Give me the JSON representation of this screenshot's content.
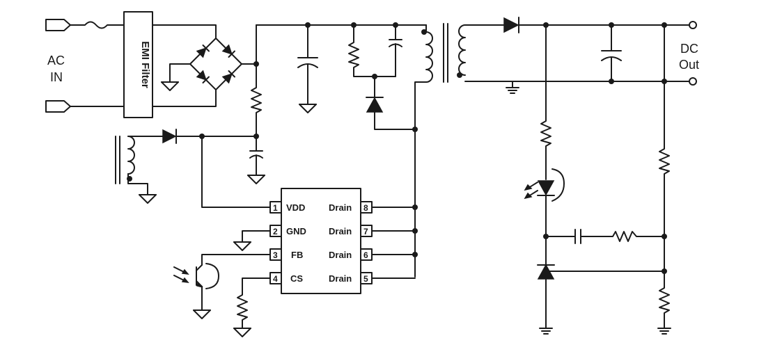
{
  "labels": {
    "ac_in_line1": "AC",
    "ac_in_line2": "IN",
    "dc_out_line1": "DC",
    "dc_out_line2": "Out",
    "emi_filter": "EMI Filter"
  },
  "ic": {
    "pins": [
      {
        "num": "1",
        "name": "VDD"
      },
      {
        "num": "2",
        "name": "GND"
      },
      {
        "num": "3",
        "name": "FB"
      },
      {
        "num": "4",
        "name": "CS"
      },
      {
        "num": "8",
        "name": "Drain"
      },
      {
        "num": "7",
        "name": "Drain"
      },
      {
        "num": "6",
        "name": "Drain"
      },
      {
        "num": "5",
        "name": "Drain"
      }
    ]
  },
  "colors": {
    "ink": "#1a1a1a",
    "background": "#ffffff"
  }
}
